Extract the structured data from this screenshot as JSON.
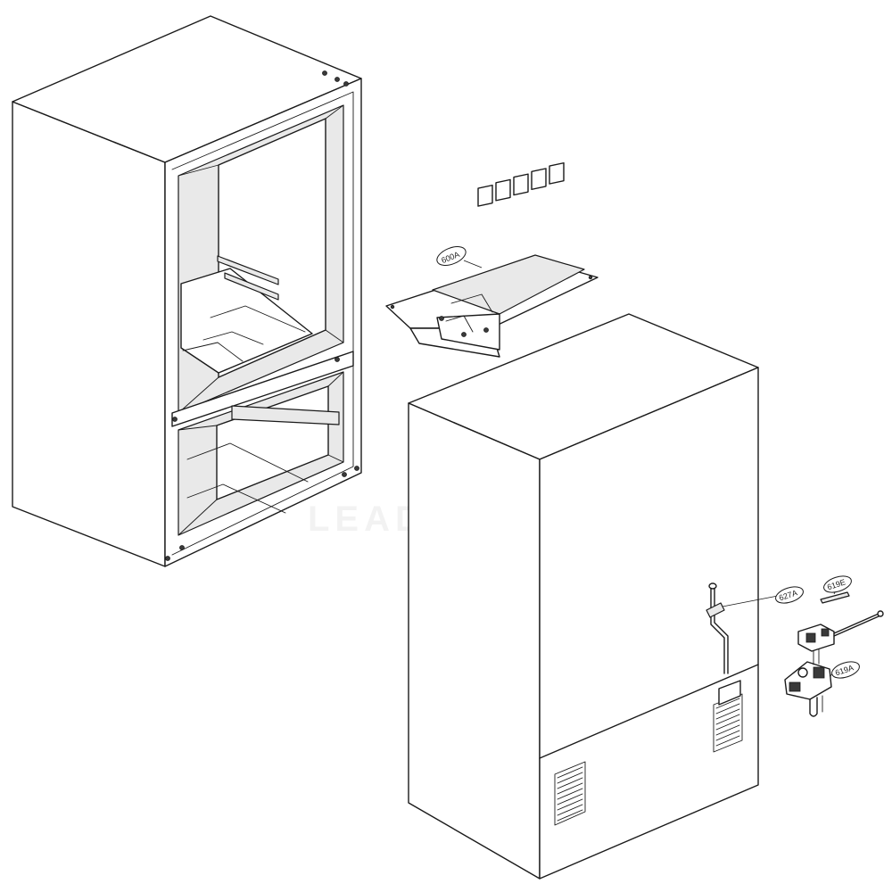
{
  "callouts": {
    "ice_bin": "600A",
    "tube": "627A",
    "clip": "619E",
    "valve": "619A"
  },
  "watermark": "LEADVENTURE",
  "icons": [
    "refrigerator-cabinet",
    "ice-bin-assembly",
    "water-valve",
    "water-tube"
  ]
}
